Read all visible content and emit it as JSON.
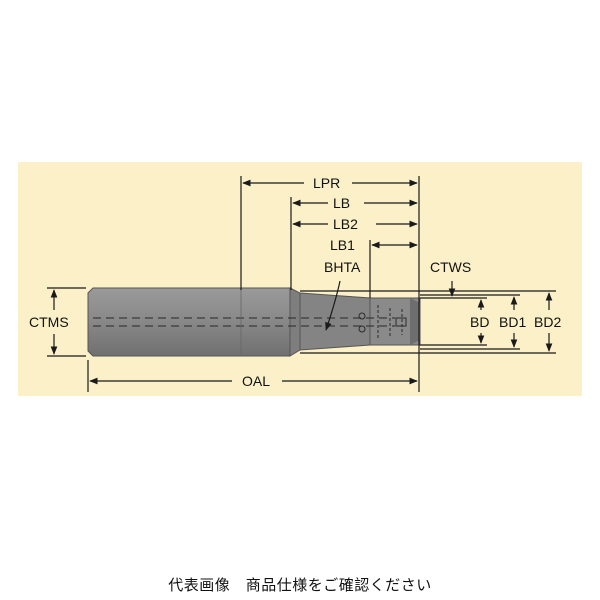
{
  "diagram": {
    "labels": {
      "lpr": "LPR",
      "lb": "LB",
      "lb2": "LB2",
      "lb1": "LB1",
      "bhta": "BHTA",
      "ctws": "CTWS",
      "ctms": "CTMS",
      "oal": "OAL",
      "bd": "BD",
      "bd1": "BD1",
      "bd2": "BD2"
    },
    "colors": {
      "panel": "#fbf0c8",
      "tool_body": "#8a8a8a",
      "tool_dark": "#6e6e6e",
      "dimension": "#1a1a1a"
    }
  },
  "caption": "代表画像　商品仕様をご確認ください"
}
